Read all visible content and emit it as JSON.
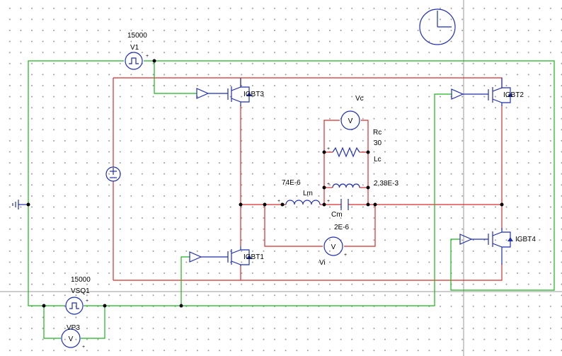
{
  "labels": {
    "v1_value": "15000",
    "v1_name": "V1",
    "vsq1_value": "15000",
    "vsq1_name": "VSQ1",
    "vp3_name": "VP3",
    "igbt1": "IGBT1",
    "igbt2": "IGBT2",
    "igbt3": "IGBT3",
    "igbt4": "IGBT4",
    "vc_name": "Vc",
    "vi_name": "Vi",
    "rc_name": "Rc",
    "rc_value": "30",
    "lc_name": "Lc",
    "lc_value": "2,38E-3",
    "lm_value": "74E-6",
    "lm_name": "Lm",
    "cm_name": "Cm",
    "cm_value": "2E-6",
    "meter_symbol": "V"
  },
  "colors": {
    "power_wire": "#d32f2f",
    "gate_wire": "#1db51d",
    "component": "#1f2fb0",
    "background": "#ffffff"
  },
  "icons": [
    "clock-icon",
    "ground-icon",
    "dc-source-icon",
    "voltmeter-icon",
    "gate-driver-icon",
    "igbt-icon",
    "resistor-icon",
    "inductor-icon",
    "capacitor-icon"
  ]
}
